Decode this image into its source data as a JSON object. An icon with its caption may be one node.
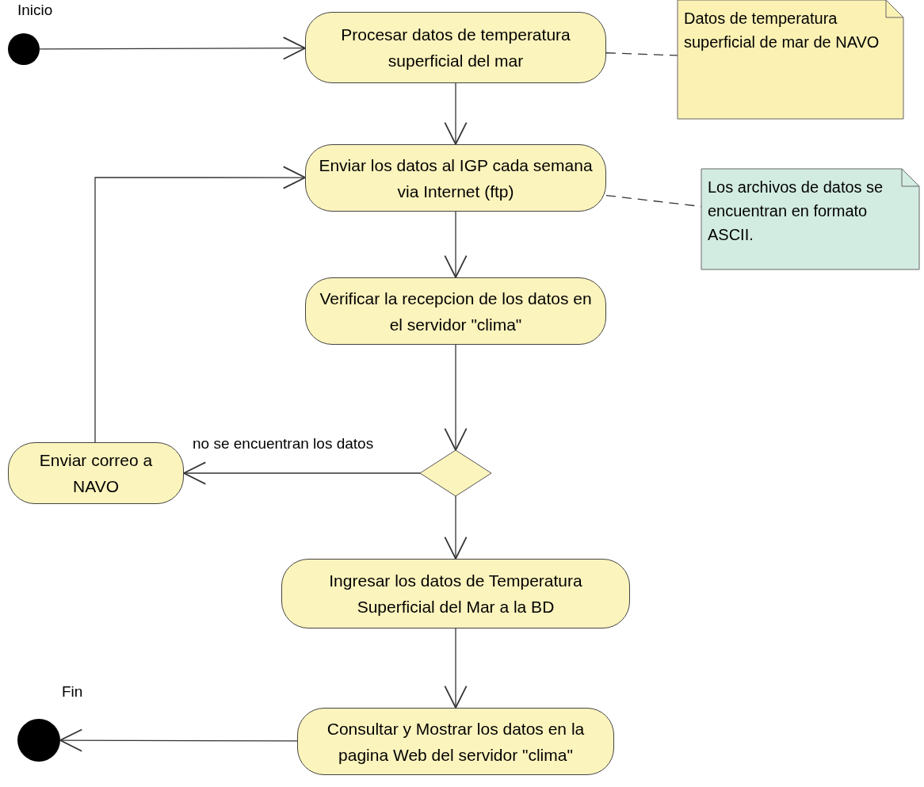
{
  "diagram": {
    "nodes": [
      {
        "text": [],
        "shape": "circle",
        "beside": [
          "Inicio"
        ]
      },
      {
        "text": [
          "Procesar datos de temperatura superficial del mar"
        ]
      },
      {
        "text": [
          "Datos de temperatura superficial de mar de NAVO"
        ]
      },
      {
        "text": [
          "Enviar los datos al IGP cada semana via Internet (ftp)"
        ]
      },
      {
        "text": [
          "Los archivos de datos se encuentran en formato ASCII."
        ]
      },
      {
        "text": [
          "Verificar la recepcion de los datos en el servidor \"clima\""
        ]
      },
      {
        "text": [],
        "shape": "diamond"
      },
      {
        "text": [
          "Enviar correo a NAVO"
        ]
      },
      {
        "text": [
          "Ingresar los datos de Temperatura Superficial del Mar a la BD"
        ]
      },
      {
        "text": [
          "Consultar y Mostrar los datos en la pagina Web del servidor \"clima\""
        ]
      },
      {
        "text": [],
        "shape": "circle",
        "beside": [
          "Fin"
        ]
      }
    ],
    "edges": [
      {
        "from": 0,
        "to": 1,
        "arrow": "to"
      },
      {
        "from": 1,
        "to": 2,
        "arrow": "none",
        "style": "dashed"
      },
      {
        "from": 1,
        "to": 3,
        "arrow": "to"
      },
      {
        "from": 3,
        "to": 4,
        "arrow": "none",
        "style": "dashed"
      },
      {
        "from": 3,
        "to": 5,
        "arrow": "to"
      },
      {
        "from": 5,
        "to": 6,
        "arrow": "to"
      },
      {
        "from": 6,
        "to": 7,
        "arrow": "to",
        "label": "no se encuentran los datos"
      },
      {
        "from": 7,
        "to": 3,
        "arrow": "to"
      },
      {
        "from": 6,
        "to": 8,
        "arrow": "to"
      },
      {
        "from": 8,
        "to": 9,
        "arrow": "to"
      },
      {
        "from": 9,
        "to": 10,
        "arrow": "to"
      }
    ]
  }
}
